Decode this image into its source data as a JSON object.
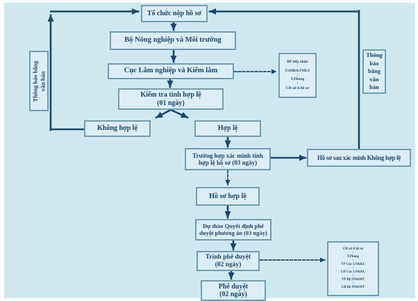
{
  "colors": {
    "bg": "#cfe8f0",
    "box_fill": "#dcedf4",
    "box_border": "#6d9fb5",
    "arrow": "#17476f",
    "text": "#17476f"
  },
  "glyphs": {
    "down_arrow": "↓"
  },
  "flow": {
    "submit_org": "Tổ chức nộp hồ sơ",
    "ministry": "Bộ Nông nghiệp và Môi trường",
    "department": "Cục Lâm nghiệp và Kiểm lâm",
    "check_validity": {
      "line1": "Kiểm tra tính hợp lệ",
      "line2": "(01 ngày)"
    },
    "invalid": "Không hợp lệ",
    "valid": "Hợp lệ",
    "verify_case": {
      "line1": "Trường hợp xác minh tính",
      "line2": "hợp lệ hồ sơ (03 ngày)"
    },
    "after_verify_invalid": "Hồ sơ sau xác minh Không hợp lệ",
    "valid_dossier": "Hồ sơ hợp lệ",
    "draft_decision": {
      "line1": "Dự thảo Quyết định phê",
      "line2": "duyệt phương án (03 ngày)"
    },
    "submit_approval": {
      "line1": "Trình phê duyệt",
      "line2": "(02 ngày)"
    },
    "approve": {
      "line1": "Phê duyệt",
      "line2": "(02 ngày)"
    },
    "notify_left": {
      "line1": "Thông báo bằng",
      "line2": "văn bản"
    },
    "notify_right": [
      "Thông",
      "báo",
      "bằng",
      "văn",
      "bản"
    ],
    "intake_chain": [
      "BP tiếp nhận",
      "P.SDR&TMLS",
      "T.Phòng",
      "CB xử lí hồ sơ"
    ],
    "approval_chain": [
      "CB xử lí hồ sơ",
      "T.Phòng",
      "VP Cục LN&KL",
      "LĐ Cục LN&KL",
      "VP Bộ NN&MT",
      "LĐ Bộ NN&MT"
    ]
  }
}
